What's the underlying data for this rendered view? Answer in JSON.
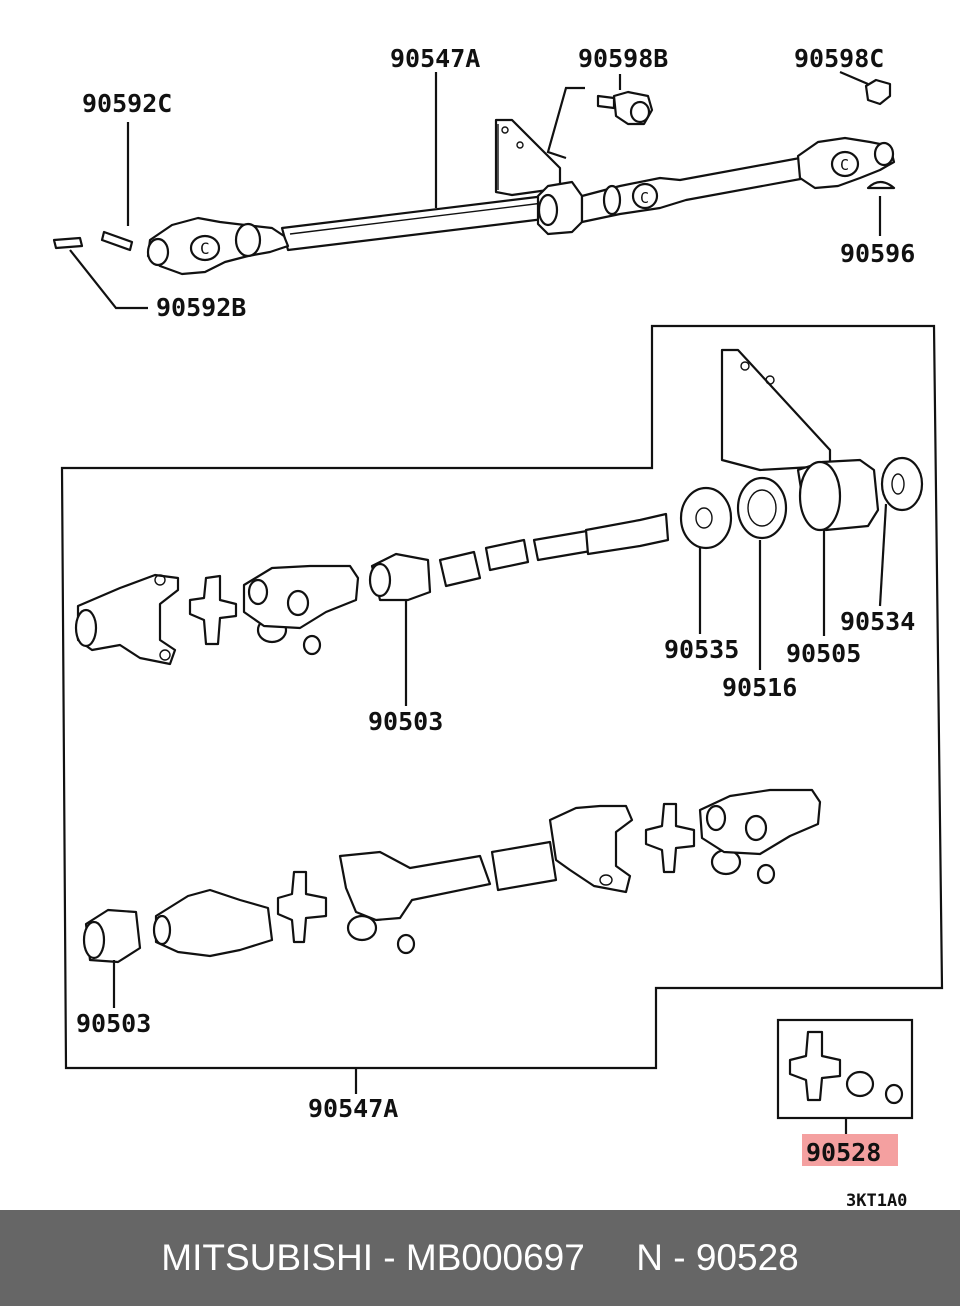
{
  "labels": {
    "shaft_top": "90547A",
    "bolt_b": "90598B",
    "bolt_c": "90598C",
    "pin_c": "90592C",
    "pin_b": "90592B",
    "key": "90596",
    "b534": "90534",
    "b535": "90535",
    "b505": "90505",
    "b516": "90516",
    "boot_upper": "90503",
    "boot_lower": "90503",
    "shaft_bottom": "90547A",
    "highlight_part": "90528",
    "diagram_code": "3KT1A0"
  },
  "footer": {
    "text": "MITSUBISHI - MB000697     N - 90528"
  },
  "colors": {
    "highlight": "#f4a0a0",
    "footer_bg": "#666666",
    "footer_text": "#ffffff"
  }
}
